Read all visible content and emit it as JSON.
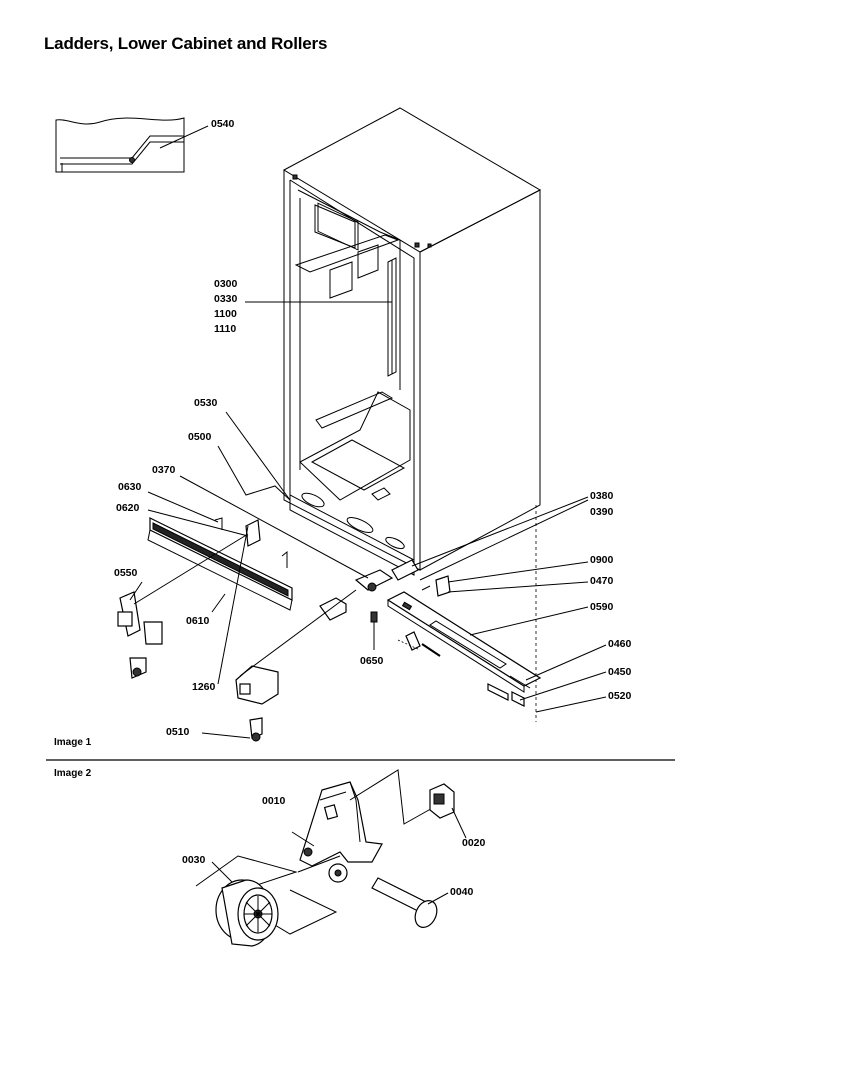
{
  "title": "Ladders, Lower Cabinet and Rollers",
  "section_labels": {
    "image1": "Image 1",
    "image2": "Image 2"
  },
  "callouts": {
    "c0540": "0540",
    "c0300": "0300",
    "c0330": "0330",
    "c1100": "1100",
    "c1110": "1110",
    "c0530": "0530",
    "c0500": "0500",
    "c0370": "0370",
    "c0630": "0630",
    "c0620": "0620",
    "c0550": "0550",
    "c0610": "0610",
    "c1260": "1260",
    "c0510": "0510",
    "c0650": "0650",
    "c0380": "0380",
    "c0390": "0390",
    "c0900": "0900",
    "c0470": "0470",
    "c0590": "0590",
    "c0460": "0460",
    "c0450": "0450",
    "c0520": "0520",
    "c0010": "0010",
    "c0020": "0020",
    "c0030": "0030",
    "c0040": "0040"
  }
}
